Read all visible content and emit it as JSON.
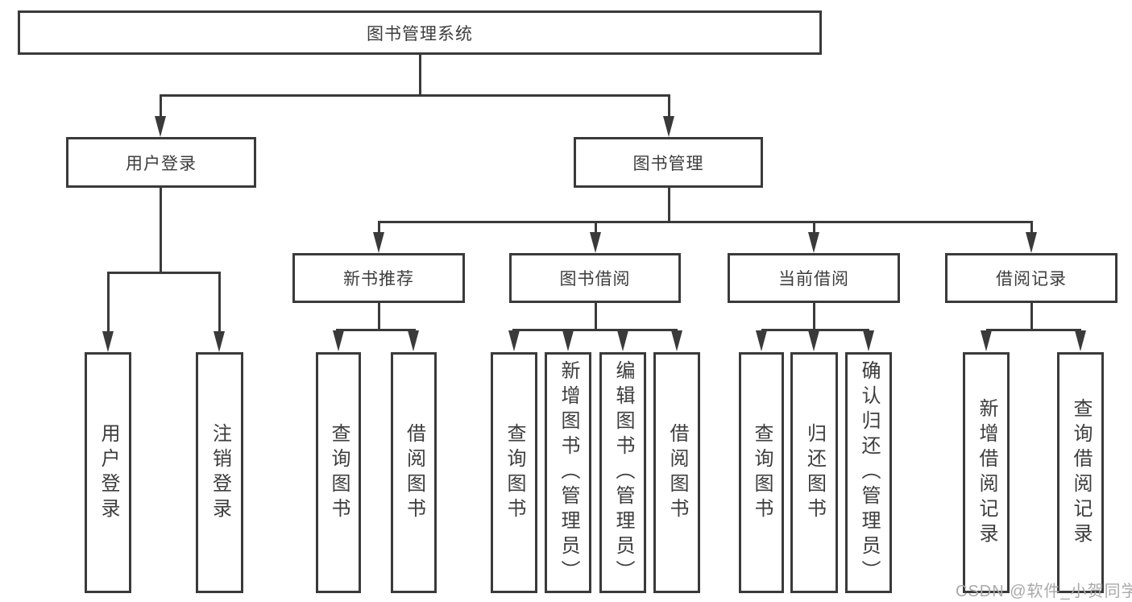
{
  "diagram": {
    "root": {
      "label": "图书管理系统"
    },
    "user_login": {
      "label": "用户登录",
      "children": [
        {
          "label": "用户登录"
        },
        {
          "label": "注销登录"
        }
      ]
    },
    "book_mgmt": {
      "label": "图书管理",
      "children": [
        {
          "label": "新书推荐",
          "children": [
            {
              "label": "查询图书"
            },
            {
              "label": "借阅图书"
            }
          ]
        },
        {
          "label": "图书借阅",
          "children": [
            {
              "label": "查询图书"
            },
            {
              "label": "新增图书（管理员）"
            },
            {
              "label": "编辑图书（管理员）"
            },
            {
              "label": "借阅图书"
            }
          ]
        },
        {
          "label": "当前借阅",
          "children": [
            {
              "label": "查询图书"
            },
            {
              "label": "归还图书"
            },
            {
              "label": "确认归还（管理员）"
            }
          ]
        },
        {
          "label": "借阅记录",
          "children": [
            {
              "label": "新增借阅记录"
            },
            {
              "label": "查询借阅记录"
            }
          ]
        }
      ]
    }
  },
  "watermark": {
    "text": "CSDN @软件_小贺同学"
  },
  "colors": {
    "line": "#3a3a3a",
    "text": "#3d3d3d",
    "watermark": "#a9a9a9",
    "background": "#ffffff"
  }
}
